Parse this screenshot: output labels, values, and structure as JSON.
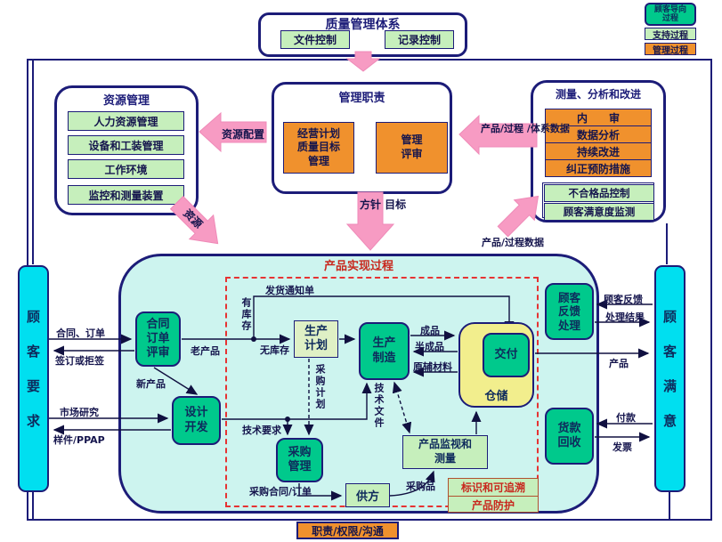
{
  "colors": {
    "navy": "#1c1c78",
    "process_green": "#00c98c",
    "light_green": "#c6efbc",
    "orange": "#f0912d",
    "pink": "#f79bc3",
    "cyan": "#00dff0",
    "realization_bg": "#cdf4ef",
    "warehouse_yellow": "#f2ee8d",
    "dashed_red": "#e63333",
    "red_text": "#c8281e"
  },
  "legend": {
    "customer_oriented": "顾客导向\n过程",
    "support": "支持过程",
    "management": "管理过程"
  },
  "qms": {
    "title": "质量管理体系",
    "doc_control": "文件控制",
    "record_control": "记录控制"
  },
  "resource": {
    "title": "资源管理",
    "items": [
      "人力资源管理",
      "设备和工装管理",
      "工作环境",
      "监控和测量装置"
    ]
  },
  "management": {
    "title": "管理职责",
    "plan_box": "经营计划\n质量目标\n管理",
    "review_box": "管理\n评审"
  },
  "measurement": {
    "title": "测量、分析和改进",
    "orange_items": [
      "内　　审",
      "数据分析",
      "持续改进",
      "纠正预防措施"
    ],
    "green_items": [
      "不合格品控制",
      "顾客满意度监测"
    ]
  },
  "big_arrows": {
    "resource_alloc": "资源配置",
    "sys_data": "产品/过程\n/体系数据",
    "policy": "方针\n目标",
    "resources": "资源",
    "process_data": "产品/过程数据"
  },
  "realization": {
    "title": "产品实现过程",
    "contract_review": "合同\n订单\n评审",
    "design_dev": "设计\n开发",
    "purchase_mgmt": "采购\n管理",
    "production_plan": "生产\n计划",
    "production_mfg": "生产\n制造",
    "delivery": "交付",
    "warehouse": "仓储",
    "feedback": "顾客\n反馈\n处理",
    "payment_recovery": "货款\n回收",
    "monitoring": "产品监视和\n测量",
    "supplier": "供方",
    "identification": "标识和可追溯",
    "protection": "产品防护"
  },
  "customer_req": "顾客要求",
  "customer_sat": "顾客满意",
  "flow_labels": {
    "contract_order": "合同、订单",
    "sign_or_reject": "签订或拒签",
    "market_research": "市场研究",
    "sample_ppap": "样件/PPAP",
    "old_product": "老产品",
    "new_product": "新产品",
    "delivery_notice": "发货通知单",
    "in_stock": "有库存",
    "no_stock": "无库存",
    "purchase_plan": "采购计划",
    "tech_requirement": "技术要求",
    "tech_documents": "技术文件",
    "purchase_contract": "采购合同/订单",
    "purchased_goods": "采购品",
    "finished": "成品",
    "semi_finished": "半成品",
    "raw_materials": "原辅材料",
    "customer_feedback": "顾客反馈",
    "handle_result": "处理结果",
    "product": "产品",
    "payment": "付款",
    "invoice": "发票"
  },
  "bottom_bar": "职责/权限/沟通"
}
